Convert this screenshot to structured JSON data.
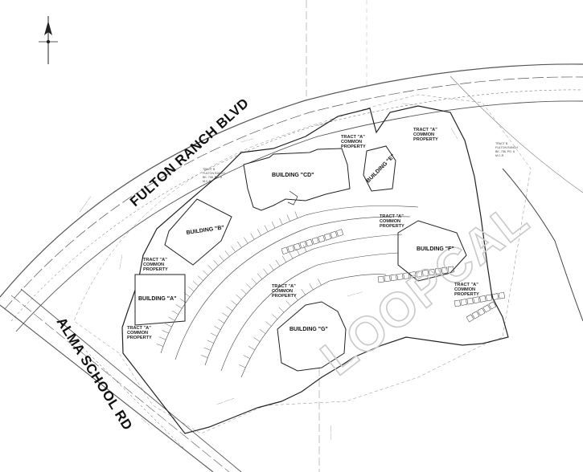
{
  "roads": {
    "fulton": "FULTON RANCH BLVD",
    "alma": "ALMA SCHOOL RD"
  },
  "buildings": {
    "cd": "BUILDING \"CD\"",
    "b": "BUILDING \"B\"",
    "a": "BUILDING \"A\"",
    "e": "BUILDING \"E\"",
    "f": "BUILDING \"F\"",
    "g": "BUILDING \"G\""
  },
  "tract": {
    "l1": "TRACT \"A\"",
    "l2": "COMMON",
    "l3": "PROPERTY"
  },
  "tract_b": {
    "l1": "TRACT B",
    "l2": "FULTON RANCH",
    "l3": "BK. 758, PG. 6",
    "l4": "M.C.R."
  },
  "watermark": "LOOPCAL"
}
